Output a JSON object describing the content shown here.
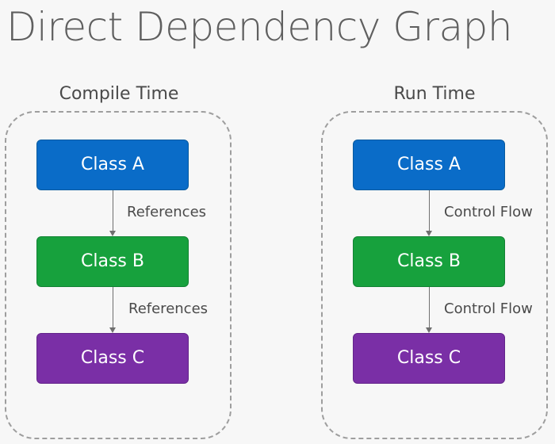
{
  "title": "Direct Dependency Graph",
  "compile": {
    "label": "Compile Time",
    "nodes": [
      "Class A",
      "Class B",
      "Class C"
    ],
    "edges": [
      "References",
      "References"
    ]
  },
  "run": {
    "label": "Run Time",
    "nodes": [
      "Class A",
      "Class B",
      "Class C"
    ],
    "edges": [
      "Control Flow",
      "Control Flow"
    ]
  },
  "colors": {
    "class_a": "#0a6cc8",
    "class_b": "#17a13d",
    "class_c": "#7a2fa6"
  }
}
